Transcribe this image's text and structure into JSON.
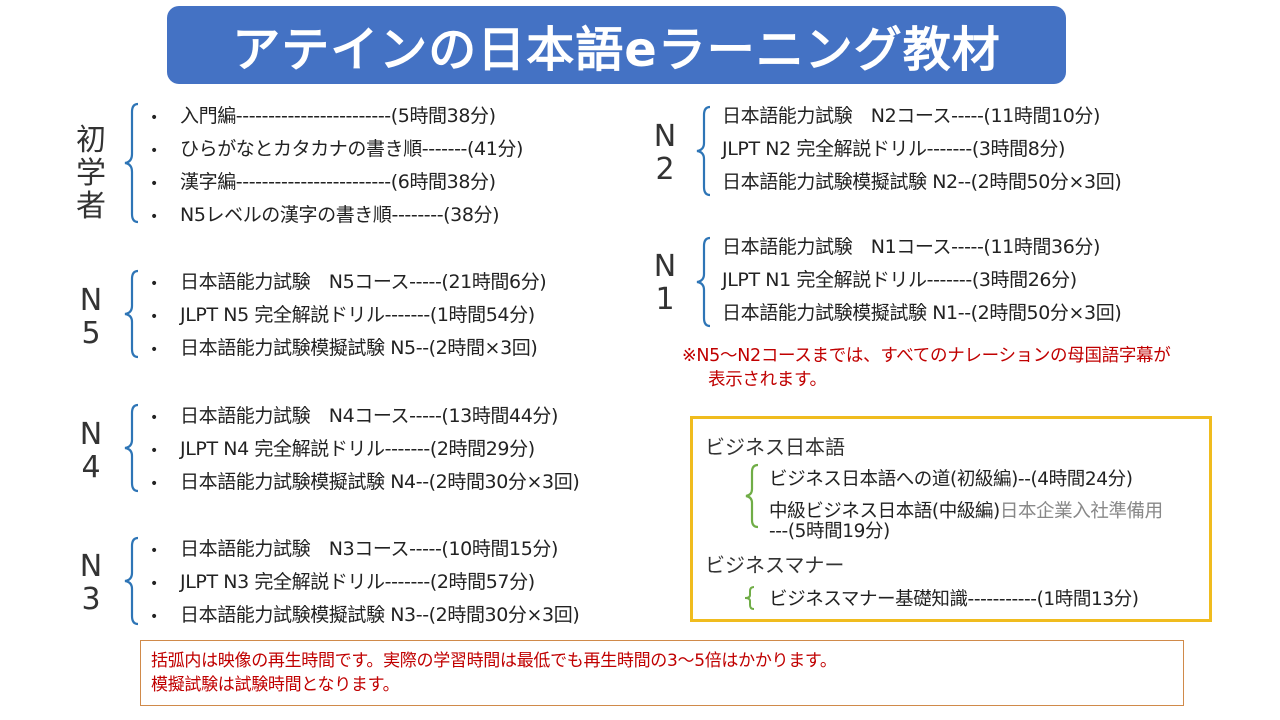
{
  "title": "アテインの日本語eラーニング教材",
  "colors": {
    "title_bg": "#4472c4",
    "bracket_blue": "#2e75b6",
    "bracket_green": "#70ad47",
    "note_red": "#c00000",
    "business_border": "#f0bc1e",
    "footer_border": "#d08a4a"
  },
  "groups": {
    "beginner": {
      "label": [
        "初",
        "学",
        "者"
      ],
      "items": [
        "入門編------------------------(5時間38分)",
        "ひらがなとカタカナの書き順-------(41分)",
        "漢字編------------------------(6時間38分)",
        "N5レベルの漢字の書き順--------(38分)"
      ]
    },
    "n5": {
      "label": [
        "N",
        "5"
      ],
      "items": [
        "日本語能力試験　N5コース-----(21時間6分)",
        "JLPT N5 完全解説ドリル-------(1時間54分)",
        "日本語能力試験模擬試験  N5--(2時間×3回)"
      ]
    },
    "n4": {
      "label": [
        "N",
        "4"
      ],
      "items": [
        "日本語能力試験　N4コース-----(13時間44分)",
        "JLPT N4 完全解説ドリル-------(2時間29分)",
        "日本語能力試験模擬試験  N4--(2時間30分×3回)"
      ]
    },
    "n3": {
      "label": [
        "N",
        "3"
      ],
      "items": [
        "日本語能力試験　N3コース-----(10時間15分)",
        "JLPT N3 完全解説ドリル-------(2時間57分)",
        "日本語能力試験模擬試験  N3--(2時間30分×3回)"
      ]
    },
    "n2": {
      "label": [
        "N",
        "2"
      ],
      "items": [
        "日本語能力試験　N2コース-----(11時間10分)",
        "JLPT N2 完全解説ドリル-------(3時間8分)",
        "日本語能力試験模擬試験  N2--(2時間50分×3回)"
      ]
    },
    "n1": {
      "label": [
        "N",
        "1"
      ],
      "items": [
        "日本語能力試験　N1コース-----(11時間36分)",
        "JLPT N1 完全解説ドリル-------(3時間26分)",
        "日本語能力試験模擬試験  N1--(2時間50分×3回)"
      ]
    }
  },
  "bullet": "•",
  "subtitle_note": {
    "line1": "※N5～N2コースまでは、すべてのナレーションの母国語字幕が",
    "line2": "表示されます。"
  },
  "business": {
    "heading1": "ビジネス日本語",
    "item1": "ビジネス日本語への道(初級編)--(4時間24分)",
    "item2_main": "中級ビジネス日本語(中級編)",
    "item2_sub": "日本企業入社準備用",
    "item2_line2": "---(5時間19分)",
    "heading2": "ビジネスマナー",
    "item3": "ビジネスマナー基礎知識-----------(1時間13分)"
  },
  "footer": {
    "line1": "括弧内は映像の再生時間です。実際の学習時間は最低でも再生時間の3～5倍はかかります。",
    "line2": "模擬試験は試験時間となります。"
  }
}
